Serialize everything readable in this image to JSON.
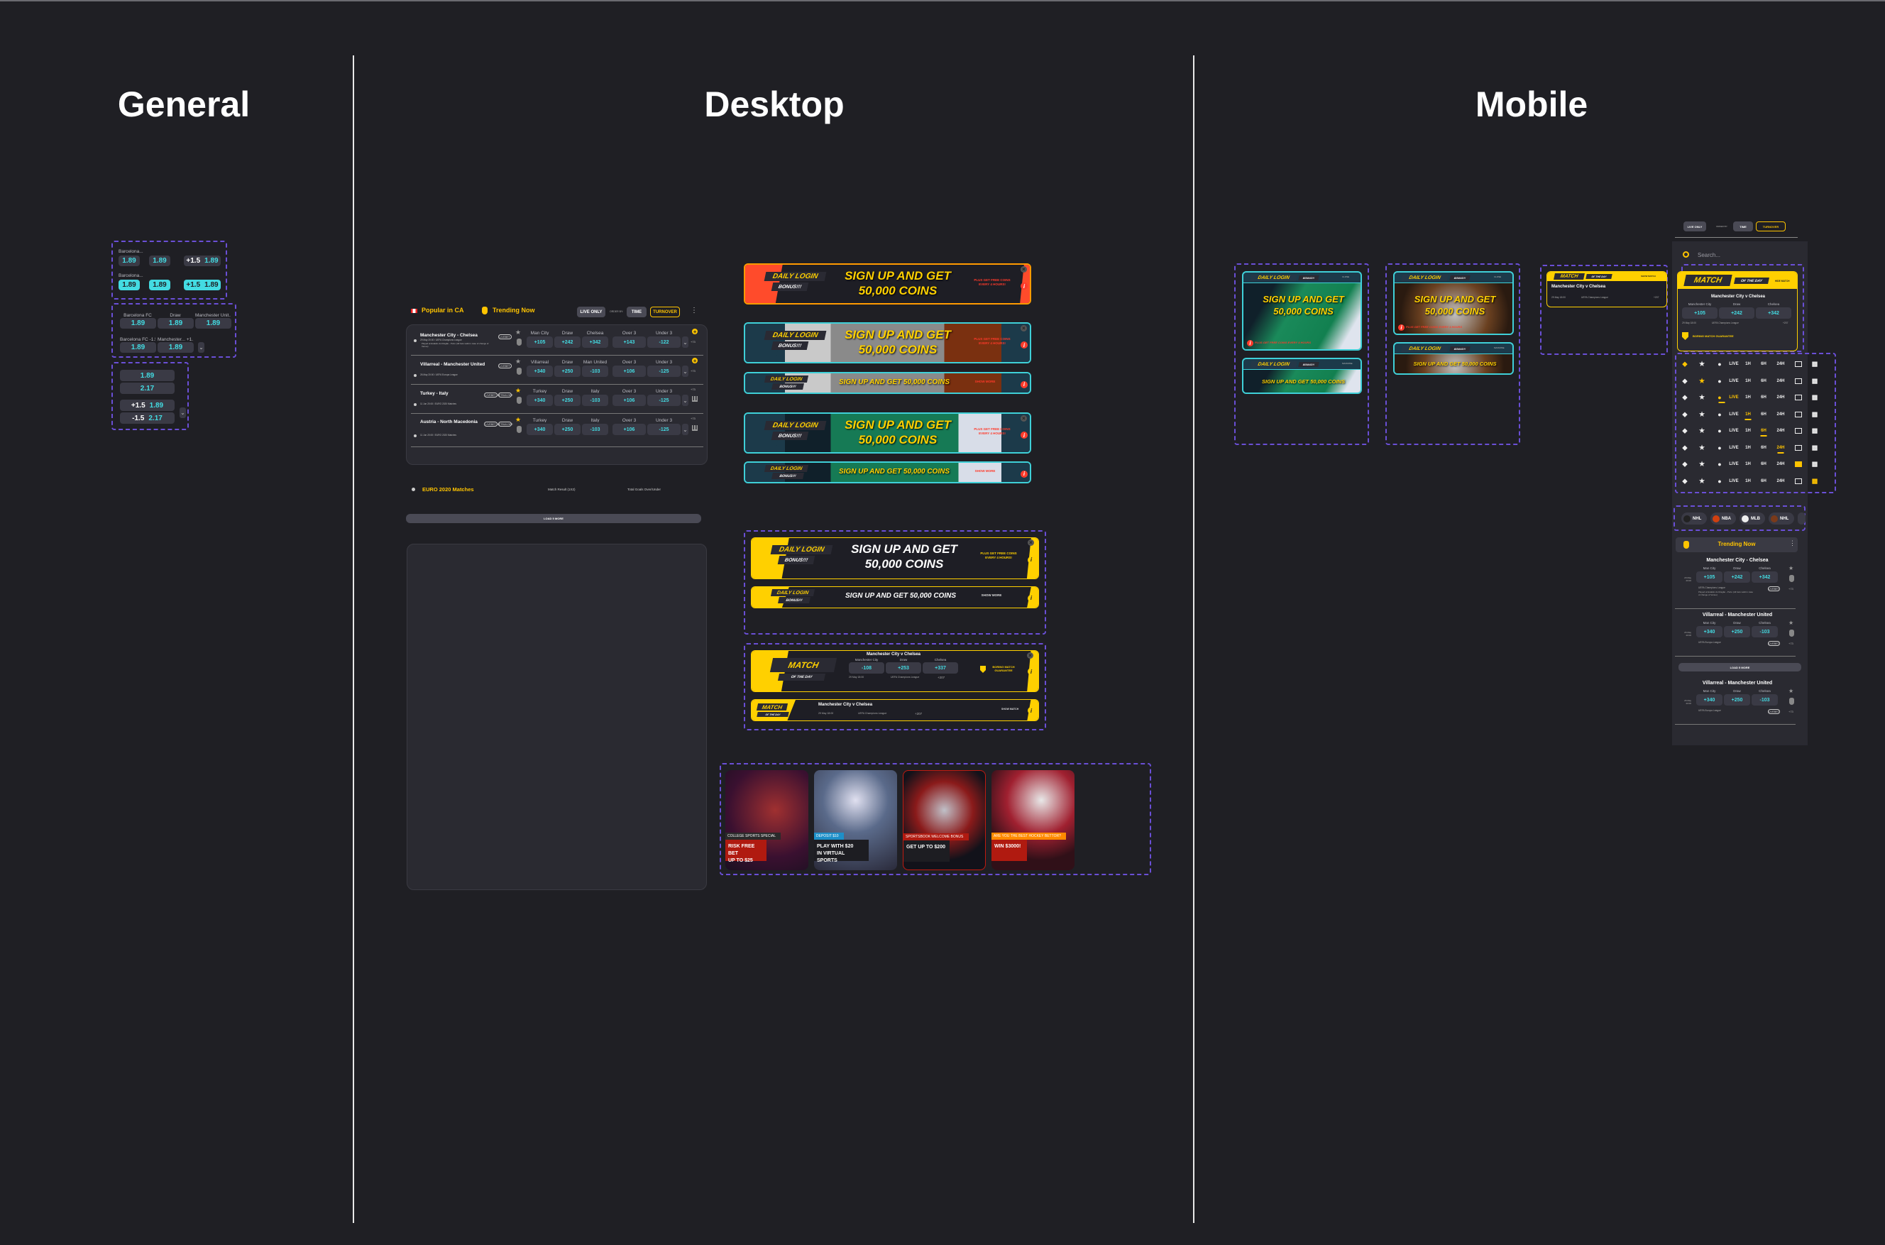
{
  "sections": {
    "general": "General",
    "desktop": "Desktop",
    "mobile": "Mobile"
  },
  "colors": {
    "accent": "#ffc400",
    "odds": "#43dbe2",
    "background": "#1f1f24",
    "panel": "#2a2a31",
    "annotation": "#6a4fd6",
    "promo_red": "#ff4b2b"
  },
  "general": {
    "box1": {
      "rows": [
        {
          "label": "Barcelona...",
          "odds": [
            "1.89",
            "1.89"
          ],
          "handicap": "+1.5",
          "handicap_odds": "1.89",
          "selected": false
        },
        {
          "label": "Barcelona...",
          "odds": [
            "1.89",
            "1.89"
          ],
          "handicap": "+1.5",
          "handicap_odds": "1.89",
          "selected": true
        }
      ]
    },
    "box2": {
      "row1_labels": [
        "Barcelona FC",
        "Draw",
        "Manchester Unit..."
      ],
      "row1_odds": [
        "1.89",
        "1.89",
        "1.89"
      ],
      "row2_labels": [
        "Barcelona FC -1.5",
        "Manchester... +1.5"
      ],
      "row2_odds": [
        "1.89",
        "1.89"
      ]
    },
    "box3": {
      "odds": [
        "1.89",
        "2.17"
      ],
      "handicaps": [
        {
          "pre": "+1.5",
          "odds": "1.89"
        },
        {
          "pre": "-1.5",
          "odds": "2.17"
        }
      ]
    }
  },
  "desktop": {
    "header": {
      "popular": "Popular in CA",
      "trending": "Trending Now",
      "live_only": "LIVE ONLY",
      "order_by": "ORDER BY:",
      "time": "TIME",
      "turnover": "TURNOVER"
    },
    "matches": [
      {
        "title": "Manchester City - Chelsea",
        "meta": "29 May 20:00 / UEFA Champions League",
        "note": "Played at Estádio do Dragão - Porto (All bets valid in case of change of Venue)",
        "badges": [
          "LIVEBET"
        ],
        "favorite": false,
        "labels": [
          "Man City",
          "Draw",
          "Chelsea",
          "Over 3",
          "Under 3"
        ],
        "odds": [
          "+105",
          "+242",
          "+342",
          "+143",
          "-122"
        ],
        "more": "+73",
        "side_icon": "plus-icon"
      },
      {
        "title": "Villarreal - Manchester United",
        "meta": "26 May 20:00 / UEFA Europa League",
        "note": "",
        "badges": [
          "LIVEBET"
        ],
        "favorite": false,
        "labels": [
          "Villarreal",
          "Draw",
          "Man United",
          "Over 3",
          "Under 3"
        ],
        "odds": [
          "+340",
          "+250",
          "-103",
          "+106",
          "-125"
        ],
        "more": "+73",
        "side_icon": "plus-icon"
      },
      {
        "title": "Turkey - Italy",
        "meta": "11 Jun 20:00 / EURO 2020 Matches",
        "note": "",
        "badges": [
          "LIVEBET",
          "BETBUILDER"
        ],
        "favorite": true,
        "labels": [
          "Turkey",
          "Draw",
          "Italy",
          "Over 3",
          "Under 3"
        ],
        "odds": [
          "+340",
          "+250",
          "-103",
          "+106",
          "-125"
        ],
        "more": "+73",
        "side_icon": "chart-icon"
      },
      {
        "title": "Austria - North Macedonia",
        "meta": "11 Jun 20:00 / EURO 2020 Matches",
        "note": "",
        "badges": [
          "LIVEBET",
          "BETBUILDER"
        ],
        "favorite": true,
        "labels": [
          "Turkey",
          "Draw",
          "Italy",
          "Over 3",
          "Under 3"
        ],
        "odds": [
          "+340",
          "+250",
          "-103",
          "+106",
          "-125"
        ],
        "more": "+73",
        "side_icon": "chart-icon"
      }
    ],
    "euro": {
      "title": "EURO 2020 Matches",
      "col1": "Match Result (1X2)",
      "col2": "Total Goals Over/Under",
      "load_more": "LOAD 5 MORE"
    },
    "banners": {
      "daily": "DAILY LOGIN",
      "bonus": "BONUS!!!",
      "headline_1": "SIGN UP AND GET",
      "headline_2": "50,000 COINS",
      "headline_short": "SIGN UP AND GET 50,000 COINS",
      "plus_1": "PLUS GET FREE COINS",
      "plus_2": "EVERY 4 HOURS!",
      "show_more": "SHOW MORE"
    },
    "match_of_day": {
      "match": "MATCH",
      "of_the_day": "OF THE DAY",
      "title": "Manchester City v Chelsea",
      "labels": [
        "Manchester City",
        "Draw",
        "Chelsea"
      ],
      "odds": [
        "-108",
        "+253",
        "+337"
      ],
      "date": "29 May 18:00",
      "league": "UEFA Champions League",
      "bettors": "+207",
      "guarantee": "BORING MATCH GUARANTEE",
      "show_match": "SHOW MATCH"
    },
    "promos": [
      {
        "tag": "COLLEGE SPORTS SPECIAL",
        "text_1": "RISK FREE BET",
        "text_2": "UP TO  $25",
        "tag_color": "#2a2a2a",
        "box_color": "#b01a10"
      },
      {
        "tag": "DEPOSIT $10",
        "text_1": "PLAY WITH $20",
        "text_2": "IN VIRTUAL SPORTS",
        "tag_color": "#1e8fc8",
        "box_color": "#1d1d22"
      },
      {
        "tag": "SPORTSBOOK WELCOME BONUS",
        "text_1": "GET UP TO $200",
        "text_2": "",
        "tag_color": "#b01a10",
        "box_color": "#1d1d22"
      },
      {
        "tag": "ARE YOU THE BEST HOCKEY BETTOR?",
        "text_1": "WIN $3000!",
        "text_2": "",
        "tag_color": "#ff8a00",
        "box_color": "#b01a10"
      }
    ]
  },
  "mobile": {
    "banners": {
      "close": "CLOSE",
      "maximise": "MAXIMISE",
      "plus": "PLUS GET FREE COINS EVERY 4 HOURS",
      "hide_match": "HIDE MATCH"
    },
    "filters": {
      "live_only": "LIVE ONLY",
      "order_by": "ORDER BY:",
      "time": "TIME",
      "turnover": "TURNOVER"
    },
    "search_placeholder": "Search...",
    "match_of_day": {
      "odds": [
        "+105",
        "+242",
        "+342"
      ]
    },
    "icon_row_labels": [
      "LIVE",
      "1H",
      "6H",
      "24H"
    ],
    "icon_row_active": [
      "diamond",
      "star",
      "live",
      "1h",
      "6h",
      "24h",
      "news",
      "chart"
    ],
    "sports": [
      "NHL",
      "NBA",
      "MLB",
      "NHL"
    ],
    "trending": "Trending Now",
    "matches": [
      {
        "title": "Manchester City - Chelsea",
        "date": "29 May 20:00",
        "labels": [
          "Man City",
          "Draw",
          "Chelsea"
        ],
        "odds": [
          "+105",
          "+242",
          "+342"
        ],
        "league": "UEFA Champions League",
        "note": "Played at Estádio do Dragão - Porto (All bets valid in case of change of Venue)",
        "badge": "LIVEBET",
        "more": "+73"
      },
      {
        "title": "Villarreal - Manchester United",
        "date": "26 May 20:00",
        "labels": [
          "Man City",
          "Draw",
          "Chelsea"
        ],
        "odds": [
          "+340",
          "+250",
          "-103"
        ],
        "league": "UEFA Europa League",
        "note": "",
        "badge": "LIVEBET",
        "more": "+73"
      },
      {
        "title": "Villarreal - Manchester United",
        "date": "26 May 20:00",
        "labels": [
          "Man City",
          "Draw",
          "Chelsea"
        ],
        "odds": [
          "+340",
          "+250",
          "-103"
        ],
        "league": "UEFA Europa League",
        "note": "",
        "badge": "LIVEBET",
        "more": "+73"
      }
    ],
    "load_more": "LOAD 5 MORE"
  }
}
